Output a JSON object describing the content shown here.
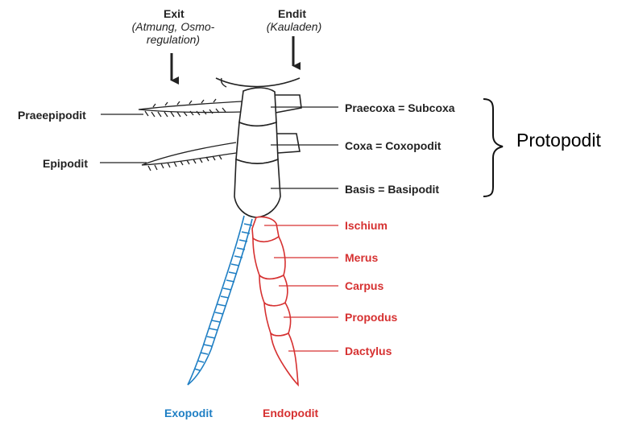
{
  "colors": {
    "protopodit_ink": "#222222",
    "endopodit_red": "#d63131",
    "exopodit_blue": "#1f7fc4"
  },
  "top": {
    "exit": {
      "title": "Exit",
      "note": "(Atmung, Osmo-\nregulation)"
    },
    "endit": {
      "title": "Endit",
      "note": "(Kauladen)"
    }
  },
  "left_labels": {
    "praeepipodit": "Praeepipodit",
    "epipodit": "Epipodit"
  },
  "protopodit": {
    "segments": [
      "Praecoxa = Subcoxa",
      "Coxa = Coxopodit",
      "Basis = Basipodit"
    ],
    "group_label": "Protopodit"
  },
  "endopodit": {
    "segments": [
      "Ischium",
      "Merus",
      "Carpus",
      "Propodus",
      "Dactylus"
    ],
    "label": "Endopodit"
  },
  "exopodit": {
    "label": "Exopodit"
  }
}
